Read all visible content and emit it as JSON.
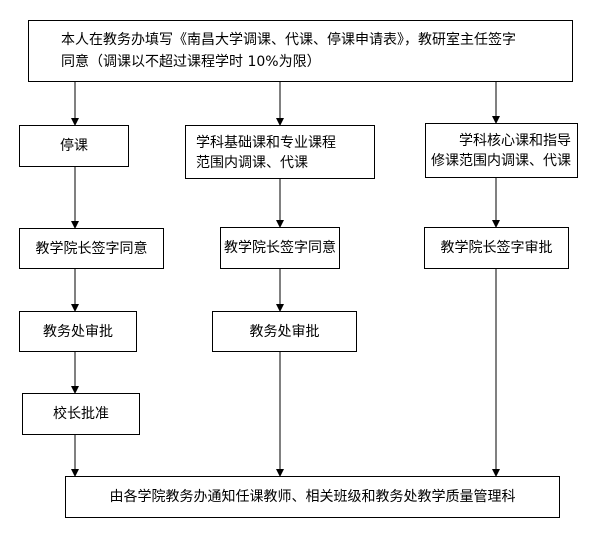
{
  "top": {
    "line1": "本人在教务办填写《南昌大学调课、代课、停课申请表》，教研室主任签字",
    "line2": "同意（调课以不超过课程学时 10%为限）"
  },
  "left_col": {
    "b1": "停课",
    "b2": "教学院长签字同意",
    "b3": "教务处审批",
    "b4": "校长批准"
  },
  "mid_col": {
    "b1_line1": "学科基础课和专业课程",
    "b1_line2": "范围内调课、代课",
    "b2": "教学院长签字同意",
    "b3": "教务处审批"
  },
  "right_col": {
    "b1_line1": "学科核心课和指导",
    "b1_line2": "修课范围内调课、代课",
    "b2": "教学院长签字审批"
  },
  "bottom": {
    "text": "由各学院教务办通知任课教师、相关班级和教务处教学质量管理科"
  }
}
